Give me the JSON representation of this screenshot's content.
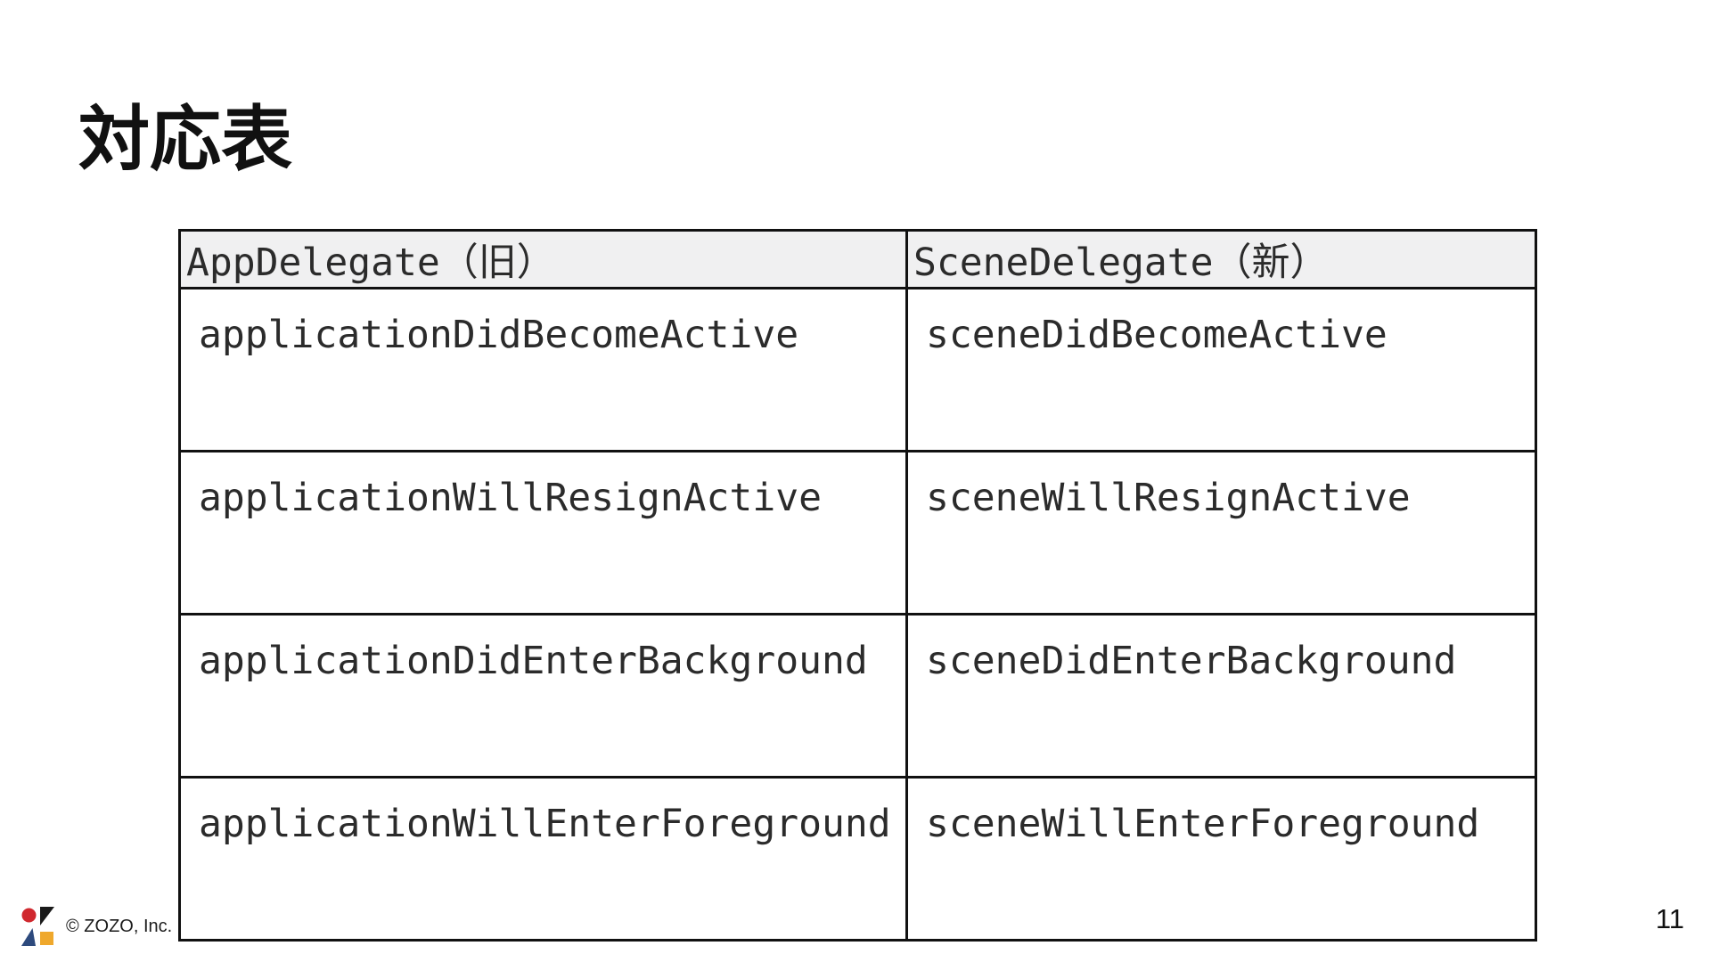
{
  "slide": {
    "title": "対応表",
    "page_number": "11"
  },
  "table": {
    "headers": [
      "AppDelegate（旧）",
      "SceneDelegate（新）"
    ],
    "rows": [
      [
        "applicationDidBecomeActive",
        "sceneDidBecomeActive"
      ],
      [
        "applicationWillResignActive",
        "sceneWillResignActive"
      ],
      [
        "applicationDidEnterBackground",
        "sceneDidEnterBackground"
      ],
      [
        "applicationWillEnterForeground",
        "sceneWillEnterForeground"
      ]
    ]
  },
  "footer": {
    "copyright": "© ZOZO, Inc."
  },
  "logo": {
    "name": "zozo-logo",
    "colors": {
      "red": "#d0282e",
      "black": "#1a1a1a",
      "navy": "#2d4a7d",
      "yellow": "#efa82c"
    }
  }
}
